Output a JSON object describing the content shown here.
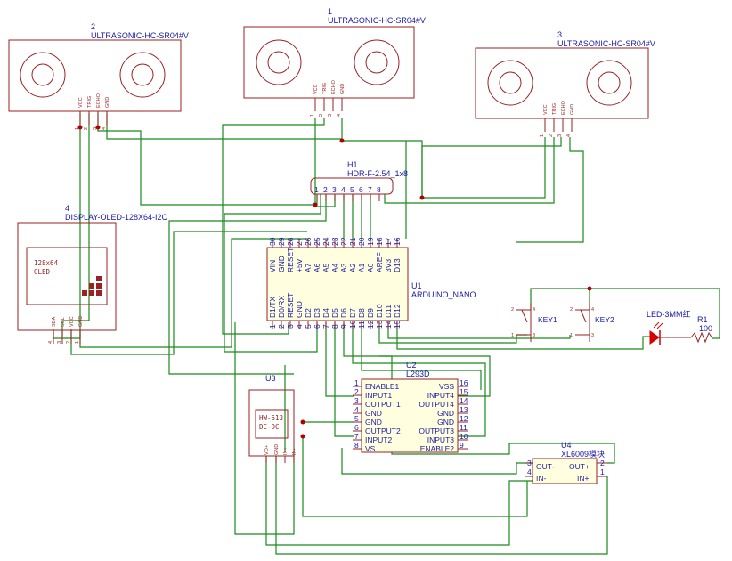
{
  "colors": {
    "wire": "#1b8a1b",
    "component": "#9a2222",
    "text": "#1a1aa6",
    "junction": "#b00000",
    "led": "#d40000"
  },
  "components": {
    "us1": {
      "ref": "1",
      "value": "ULTRASONIC-HC-SR04#V",
      "pins": [
        "VCC",
        "TRIG",
        "ECHO",
        "GND"
      ],
      "nums": [
        "1",
        "2",
        "3",
        "4"
      ]
    },
    "us2": {
      "ref": "2",
      "value": "ULTRASONIC-HC-SR04#V",
      "pins": [
        "VCC",
        "TRIG",
        "ECHO",
        "GND"
      ],
      "nums": [
        "1",
        "2",
        "3",
        "4"
      ]
    },
    "us3": {
      "ref": "3",
      "value": "ULTRASONIC-HC-SR04#V",
      "pins": [
        "VCC",
        "TRIG",
        "ECHO",
        "GND"
      ],
      "nums": [
        "1",
        "2",
        "3",
        "4"
      ]
    },
    "oled": {
      "ref": "4",
      "value": "DISPLAY-OLED-128X64-I2C",
      "line1": "128x64",
      "line2": "OLED",
      "pins": [
        "SDA",
        "SCL",
        "VCC",
        "GND"
      ],
      "nums": [
        "4",
        "3",
        "2",
        "1"
      ]
    },
    "header": {
      "ref": "H1",
      "value": "HDR-F-2.54_1x8",
      "pins": [
        "1",
        "2",
        "3",
        "4",
        "5",
        "6",
        "7",
        "8"
      ]
    },
    "arduino": {
      "ref": "U1",
      "value": "ARDUINO_NANO",
      "top_names": [
        "VIN",
        "GND",
        "RESET",
        "+5V",
        "A7",
        "A6",
        "A5",
        "A4",
        "A3",
        "A2",
        "A1",
        "A0",
        "AREF",
        "3V3",
        "D13"
      ],
      "top_nums": [
        "30",
        "29",
        "28",
        "27",
        "26",
        "25",
        "24",
        "23",
        "22",
        "21",
        "20",
        "19",
        "18",
        "17",
        "16"
      ],
      "bottom_names": [
        "D1/TX",
        "D0/RX",
        "RESET",
        "GND",
        "D2",
        "D3",
        "D4",
        "D5",
        "D6",
        "D7",
        "D8",
        "D9",
        "D10",
        "D11",
        "D12"
      ],
      "bottom_nums": [
        "1",
        "2",
        "3",
        "4",
        "5",
        "6",
        "7",
        "8",
        "9",
        "10",
        "11",
        "12",
        "13",
        "14",
        "15"
      ]
    },
    "l293d": {
      "ref": "U2",
      "value": "L293D",
      "left": [
        {
          "num": "1",
          "name": "ENABLE1"
        },
        {
          "num": "2",
          "name": "INPUT1"
        },
        {
          "num": "3",
          "name": "OUTPUT1"
        },
        {
          "num": "4",
          "name": "GND"
        },
        {
          "num": "5",
          "name": "GND"
        },
        {
          "num": "6",
          "name": "OUTPUT2"
        },
        {
          "num": "7",
          "name": "INPUT2"
        },
        {
          "num": "8",
          "name": "VS"
        }
      ],
      "right": [
        {
          "num": "16",
          "name": "VSS"
        },
        {
          "num": "15",
          "name": "INPUT4"
        },
        {
          "num": "14",
          "name": "OUTPUT4"
        },
        {
          "num": "13",
          "name": "GND"
        },
        {
          "num": "12",
          "name": "GND"
        },
        {
          "num": "11",
          "name": "OUTPUT3"
        },
        {
          "num": "10",
          "name": "INPUT3"
        },
        {
          "num": "9",
          "name": "ENABLE2"
        }
      ]
    },
    "u3": {
      "ref": "U3",
      "line1": "HW-613",
      "line2": "DC-DC",
      "pins": [
        "VO+",
        "GND",
        "IN+",
        "IN-"
      ]
    },
    "u4": {
      "ref": "U4",
      "value": "XL6009模块",
      "out_minus": "OUT-",
      "in_minus": "IN-",
      "out_plus": "OUT+",
      "in_plus": "IN+",
      "nums_left": [
        "3",
        "4"
      ],
      "nums_right": [
        "2",
        "1"
      ]
    },
    "key1": {
      "value": "KEY1",
      "nums": [
        "2",
        "4",
        "1",
        "3"
      ]
    },
    "key2": {
      "value": "KEY2",
      "nums": [
        "2",
        "4",
        "1",
        "3"
      ]
    },
    "led": {
      "value": "LED-3MM红"
    },
    "r1": {
      "ref": "R1",
      "value": "100"
    }
  }
}
